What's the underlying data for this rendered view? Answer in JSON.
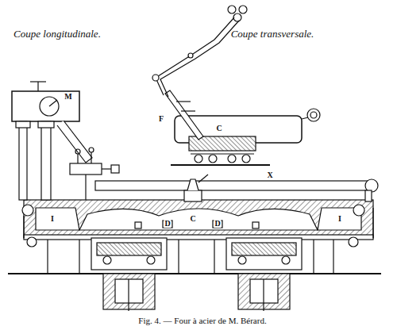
{
  "diagram": {
    "caption": "Fig. 4. — Four à acier de M. Bérard.",
    "labels": [
      "Coupe longitudinale.",
      "Coupe transversale.",
      "M",
      "F",
      "C",
      "I",
      "D",
      "C",
      "D",
      "I",
      "X"
    ]
  }
}
